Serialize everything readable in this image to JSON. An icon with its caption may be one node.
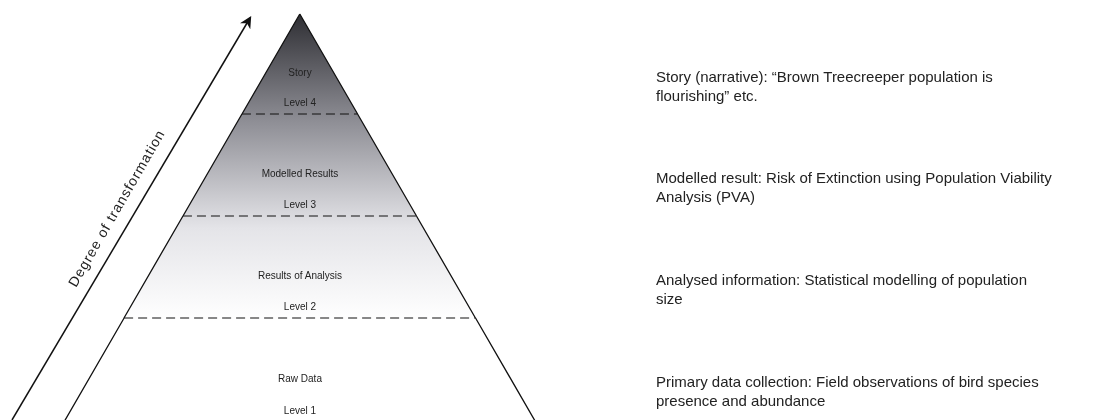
{
  "diagram": {
    "nodes": [
      {
        "text": [
          "Story",
          "Level 4"
        ]
      },
      {
        "text": [
          "Modelled Results",
          "Level 3"
        ]
      },
      {
        "text": [
          "Results of Analysis",
          "Level 2"
        ]
      },
      {
        "text": [
          "Raw Data",
          "Level 1"
        ]
      }
    ],
    "labels": [
      "Degree of transformation",
      "Story (narrative): “Brown Treecreeper population is flourishing” etc.",
      "Modelled result: Risk of Extinction using Population Viability Analysis (PVA)",
      "Analysed information: Statistical modelling of population size",
      "Primary data collection: Field observations of bird species presence and abundance"
    ]
  }
}
